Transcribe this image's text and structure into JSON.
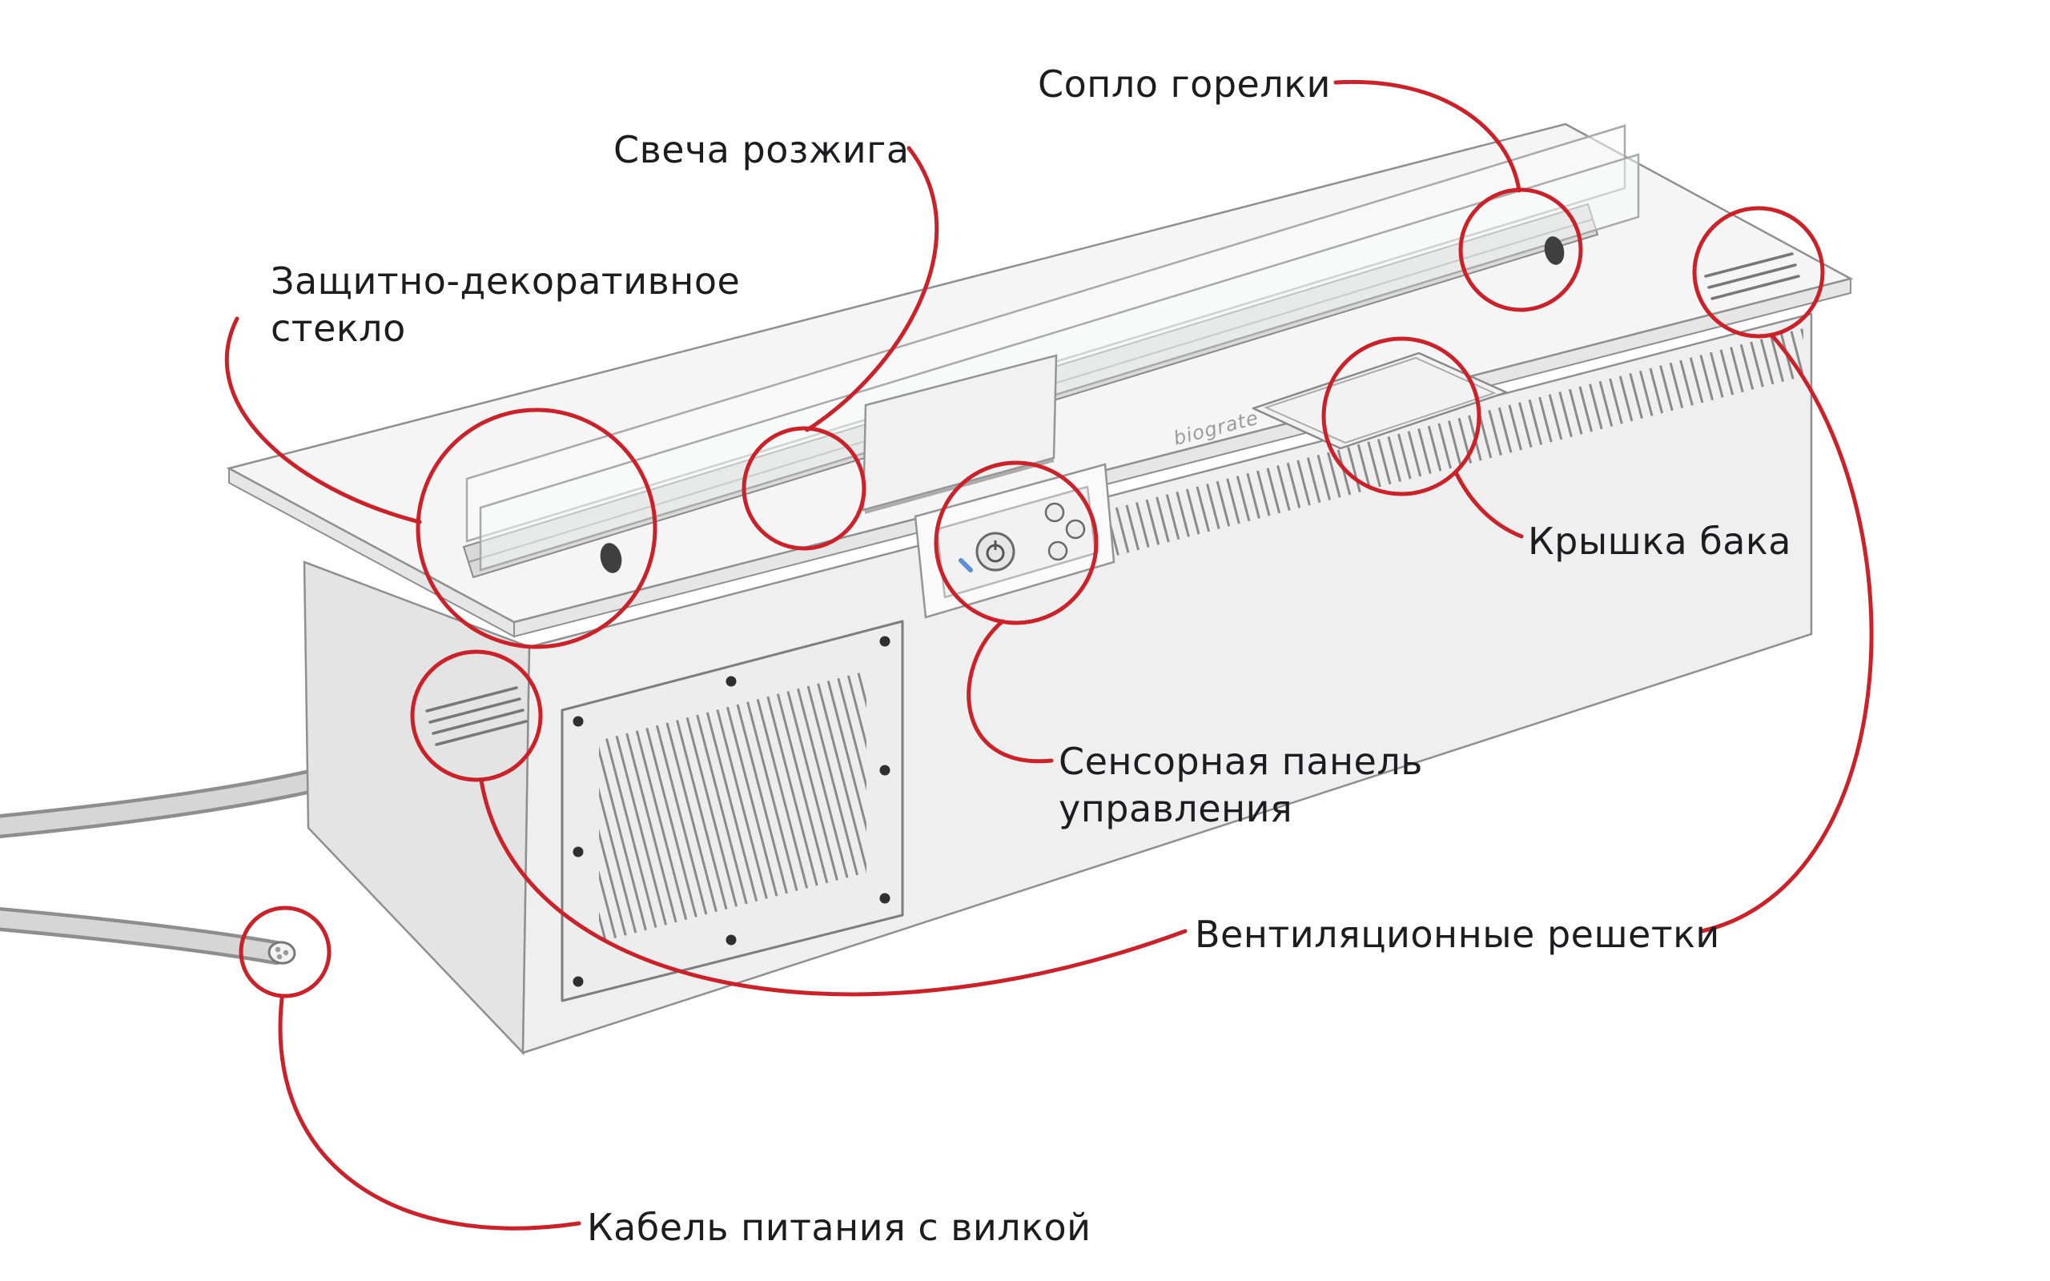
{
  "diagram": {
    "type": "annotated-technical-illustration",
    "brand": "biograte",
    "labels": {
      "burner_nozzle": "Сопло горелки",
      "ignition_plug": "Свеча розжига",
      "protective_glass": "Защитно-декоративное стекло",
      "tank_lid": "Крышка бака",
      "control_panel": "Сенсорная панель управления",
      "vent_grilles": "Вентиляционные решетки",
      "power_cable": "Кабель питания с вилкой"
    },
    "colors": {
      "annotation_red": "#cc2128",
      "text": "#1d1d1f",
      "background": "#ffffff",
      "device_top": "#f5f5f5",
      "device_front": "#efefef",
      "device_side": "#e4e4e4",
      "outline": "#8f8f8f"
    }
  }
}
